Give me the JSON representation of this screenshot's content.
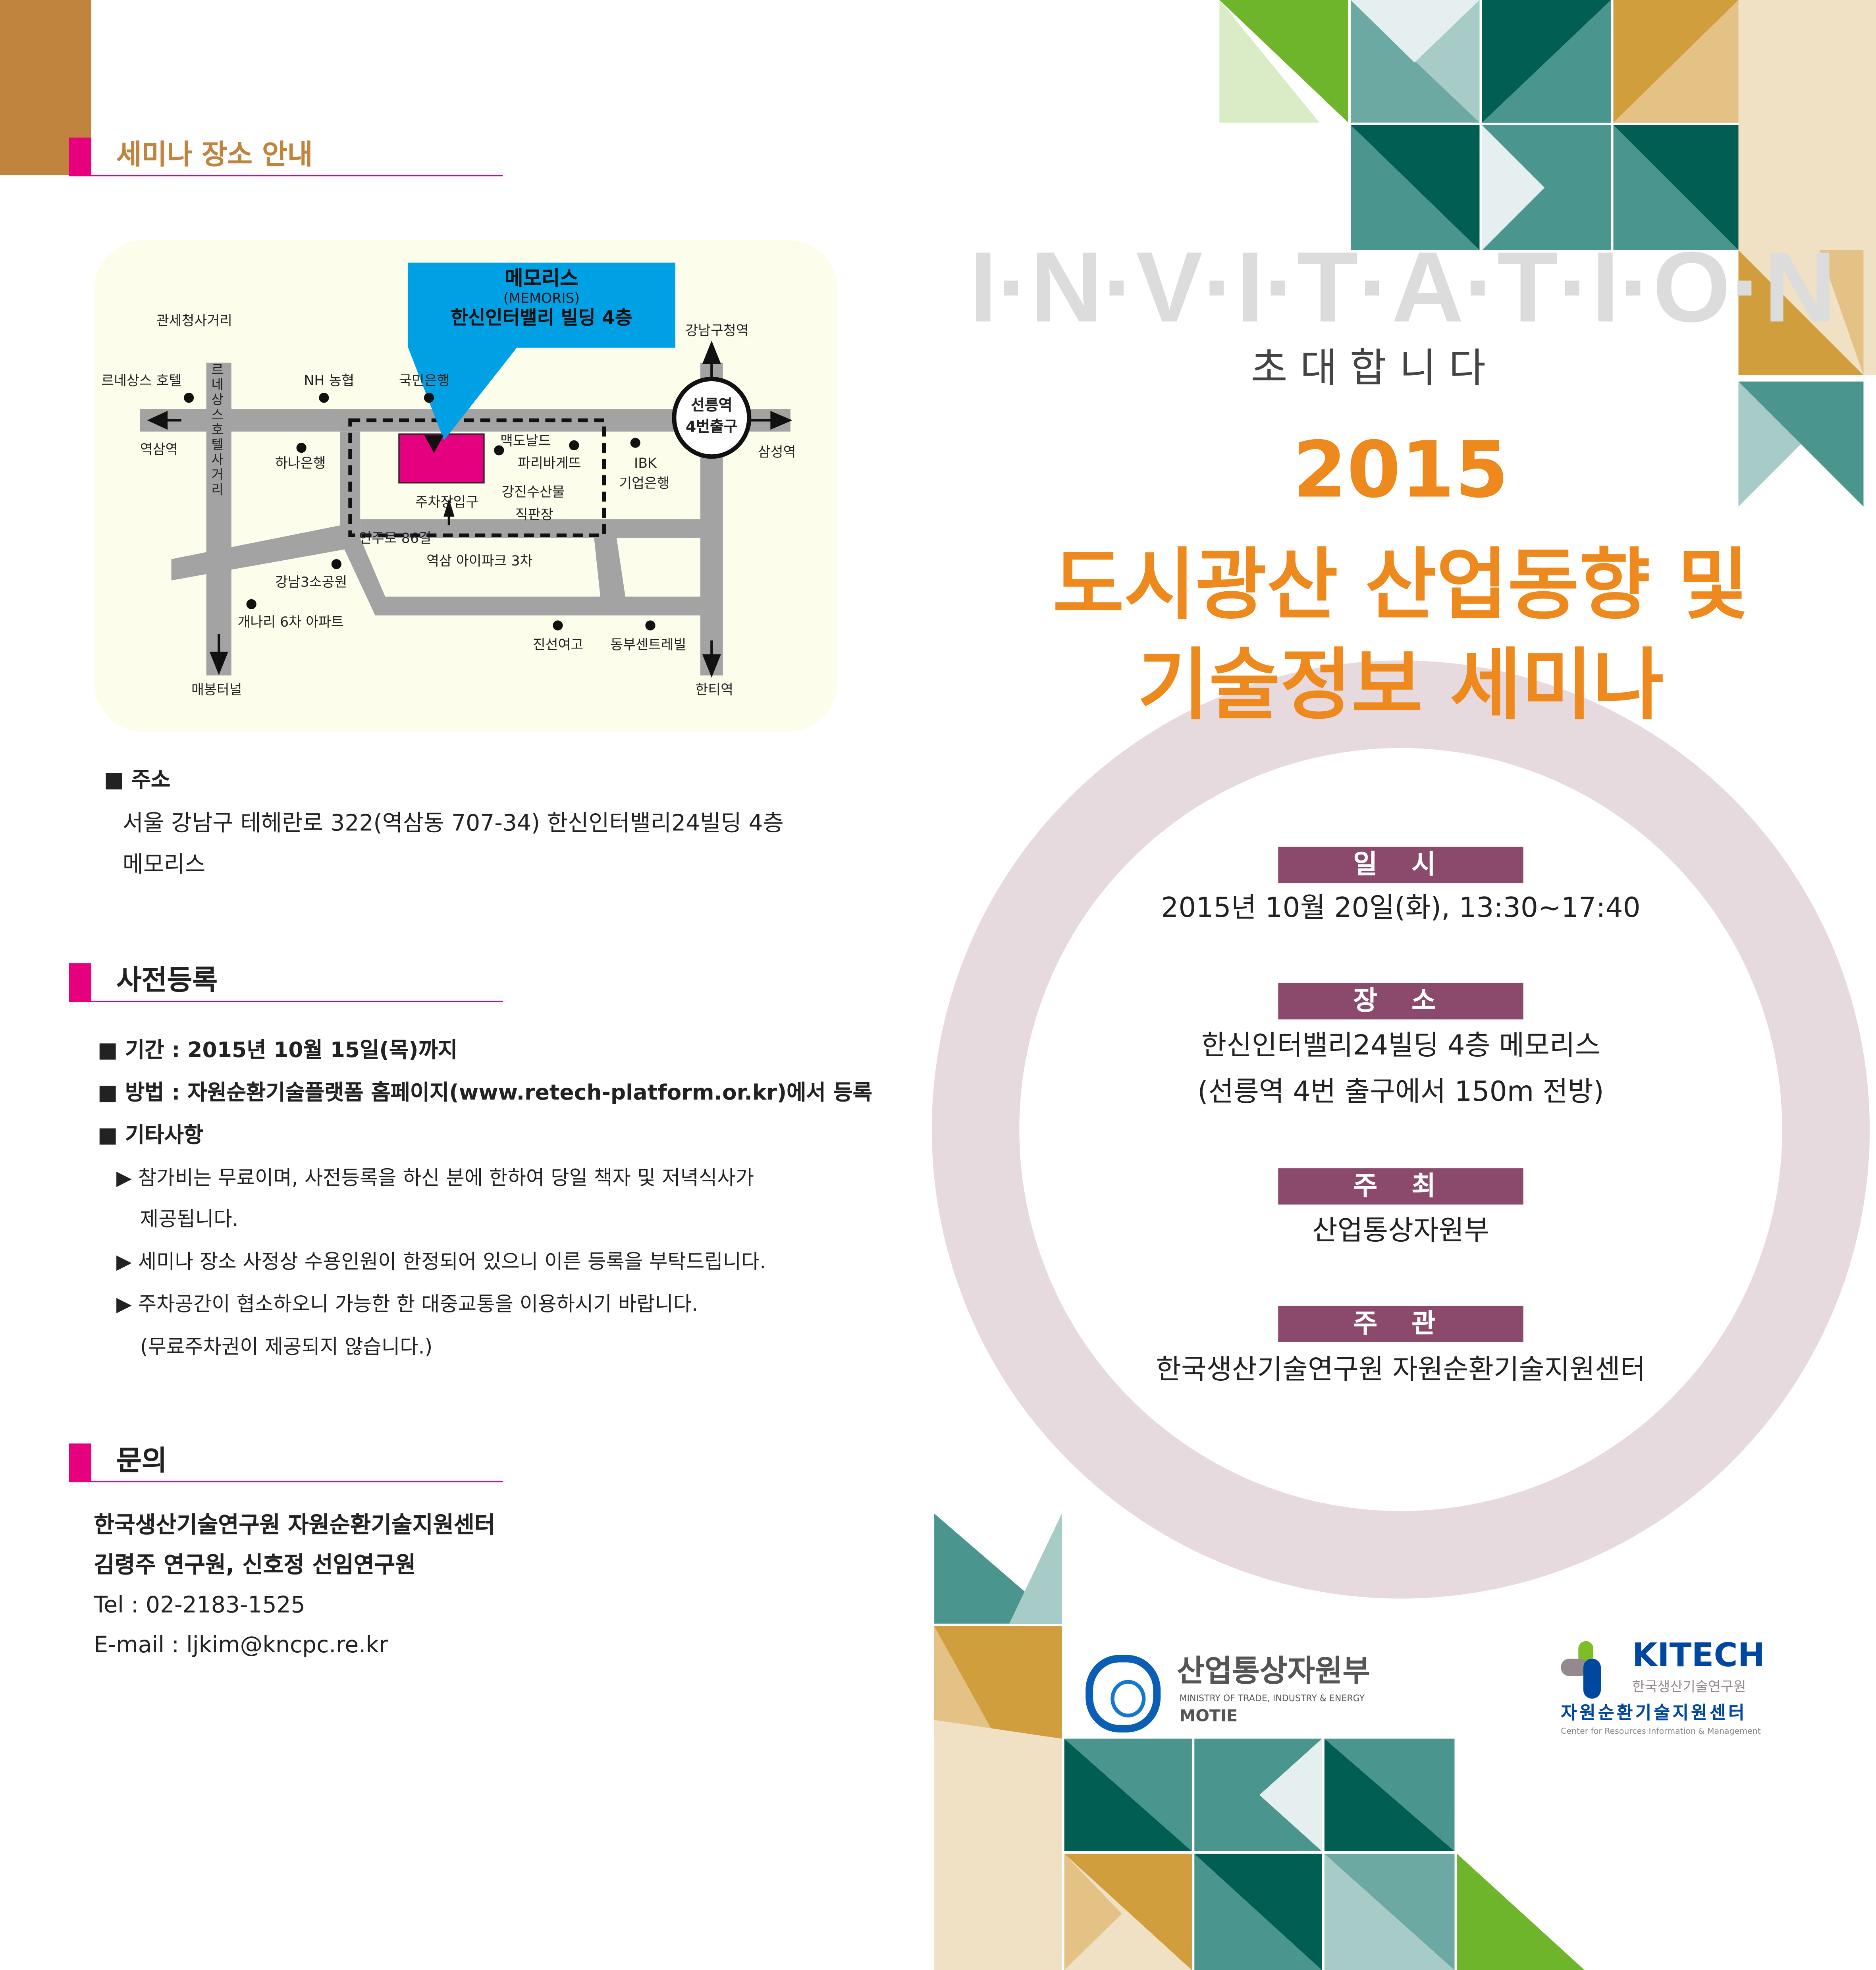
{
  "left": {
    "venue_heading": "세미나 장소 안내",
    "map": {
      "callout_title": "메모리스",
      "callout_en": "(MEMORIS)",
      "callout_building": "한신인터밸리 빌딩 4층",
      "labels": {
        "gwanse": "관세청사거리",
        "renaissance_hotel": "르네상스 호텔",
        "renaissance_vertical": "르네상스호텔사거리",
        "nh": "NH 농협",
        "kookmin": "국민은행",
        "gangnamgu_office": "강남구청역",
        "seolleung_exit": "선릉역",
        "seolleung_exit2": "4번출구",
        "yeoksam": "역삼역",
        "samseong": "삼성역",
        "hana": "하나은행",
        "mcdonalds": "맥도날드",
        "paris": "파리바게뜨",
        "gangjin": "강진수산물",
        "gangjin2": "직판장",
        "ibk": "IBK",
        "ibk2": "기업은행",
        "parking": "주차장입구",
        "eonjuro": "언주로 86길",
        "ipark": "역삼 아이파크 3차",
        "park3": "강남3소공원",
        "gaenari": "개나리 6차 아파트",
        "jinseon": "진선여고",
        "dongbu": "동부센트레빌",
        "maebong": "매봉터널",
        "hanti": "한티역"
      }
    },
    "address_label": "주소",
    "address_line1": "서울 강남구 테헤란로 322(역삼동 707-34) 한신인터밸리24빌딩 4층",
    "address_line2": "메모리스",
    "registration_heading": "사전등록",
    "reg_period": "기간 : 2015년 10월 15일(목)까지",
    "reg_method": "방법 : 자원순환기술플랫폼 홈페이지(www.retech-platform.or.kr)에서 등록",
    "reg_other": "기타사항",
    "notes": [
      "참가비는 무료이며, 사전등록을 하신 분에 한하여 당일 책자 및 저녁식사가",
      "제공됩니다.",
      "세미나 장소 사정상 수용인원이 한정되어 있으니 이른 등록을 부탁드립니다.",
      "주차공간이 협소하오니 가능한 한 대중교통을 이용하시기 바랍니다.",
      "(무료주차권이 제공되지 않습니다.)"
    ],
    "contact_heading": "문의",
    "contact_org": "한국생산기술연구원 자원순환기술지원센터",
    "contact_people": "김령주 연구원, 신호정 선임연구원",
    "contact_tel": "Tel : 02-2183-1525",
    "contact_email": "E-mail : ljkim@kncpc.re.kr"
  },
  "right": {
    "invitation": "I·N·V·I·T·A·T·I·O·N",
    "invite_ko": "초 대 합 니 다",
    "year": "2015",
    "title_line1": "도시광산 산업동향 및",
    "title_line2": "기술정보 세미나",
    "date_label": "일 시",
    "date_value": "2015년 10월 20일(화), 13:30~17:40",
    "place_label": "장 소",
    "place_value1": "한신인터밸리24빌딩 4층 메모리스",
    "place_value2": "(선릉역 4번 출구에서 150m 전방)",
    "host_label": "주 최",
    "host_value": "산업통상자원부",
    "organizer_label": "주 관",
    "organizer_value": "한국생산기술연구원 자원순환기술지원센터",
    "motie_ko": "산업통상자원부",
    "motie_en": "MINISTRY OF TRADE, INDUSTRY & ENERGY",
    "motie_abbr": "MOTIE",
    "kitech": "KITECH",
    "kitech_ko": "한국생산기술연구원",
    "center_ko": "자원순환기술지원센터",
    "center_en": "Center for Resources Information & Management"
  },
  "colors": {
    "accent_pink": "#e6007e",
    "orange": "#ee8a1d",
    "label_purple": "#8b4a6b",
    "ring": "#e6dadf",
    "callout_blue": "#00a0e4"
  }
}
